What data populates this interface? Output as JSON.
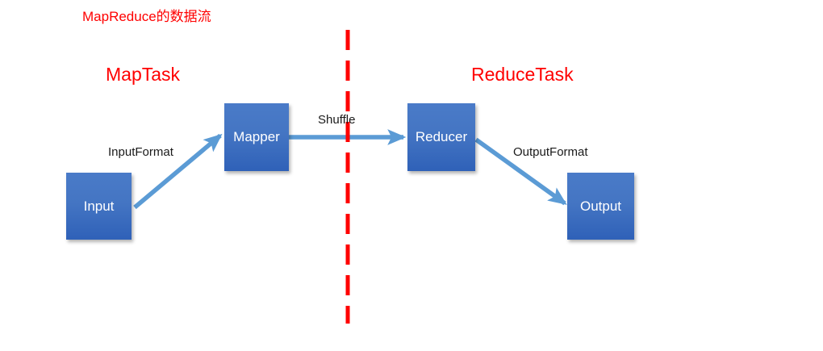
{
  "diagram": {
    "title": "MapReduce的数据流",
    "title_color": "#ff0000",
    "background": "#ffffff",
    "phases": [
      {
        "id": "maptask",
        "label": "MapTask",
        "color": "#ff0000"
      },
      {
        "id": "reducetask",
        "label": "ReduceTask",
        "color": "#ff0000"
      }
    ],
    "nodes": [
      {
        "id": "input",
        "label": "Input",
        "fill": "#4475c3",
        "text_color": "#ffffff"
      },
      {
        "id": "mapper",
        "label": "Mapper",
        "fill": "#4475c3",
        "text_color": "#ffffff"
      },
      {
        "id": "reducer",
        "label": "Reducer",
        "fill": "#4475c3",
        "text_color": "#ffffff"
      },
      {
        "id": "output",
        "label": "Output",
        "fill": "#4475c3",
        "text_color": "#ffffff"
      }
    ],
    "edges": [
      {
        "id": "input-to-mapper",
        "label": "InputFormat",
        "from": "input",
        "to": "mapper",
        "color": "#5b9bd5"
      },
      {
        "id": "mapper-to-reducer",
        "label": "Shuffle",
        "from": "mapper",
        "to": "reducer",
        "color": "#5b9bd5"
      },
      {
        "id": "reducer-to-output",
        "label": "OutputFormat",
        "from": "reducer",
        "to": "output",
        "color": "#5b9bd5"
      }
    ],
    "divider": {
      "id": "phase-divider",
      "style": "dashed",
      "orientation": "vertical",
      "color": "#ff0000"
    }
  }
}
